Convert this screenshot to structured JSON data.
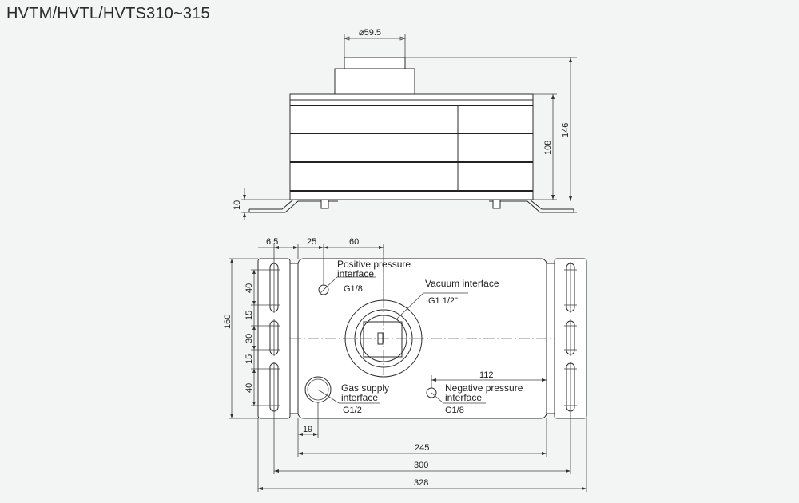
{
  "title": "HVTM/HVTL/HVTS310~315",
  "dimensions": {
    "flange_dia": "⌀59.5",
    "height_total": "146",
    "height_body": "108",
    "height_base": "10",
    "d6_5": "6.5",
    "d25": "25",
    "d60": "60",
    "d160": "160",
    "d40a": "40",
    "d15a": "15",
    "d30": "30",
    "d15b": "15",
    "d40b": "40",
    "d112": "112",
    "d19": "19",
    "d245": "245",
    "d300": "300",
    "d328": "328"
  },
  "labels": {
    "positive_1": "Positive pressure",
    "positive_2": "interface",
    "positive_thread": "G1/8",
    "vacuum_1": "Vacuum interface",
    "vacuum_thread": "G1 1/2\"",
    "gas_1": "Gas supply",
    "gas_2": "interface",
    "gas_thread": "G1/2",
    "negative_1": "Negative pressure",
    "negative_2": "interface",
    "negative_thread": "G1/8"
  }
}
